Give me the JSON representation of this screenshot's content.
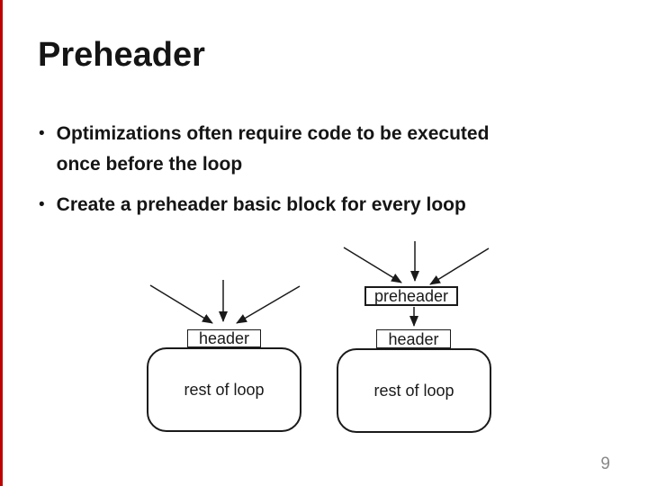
{
  "slide": {
    "title": "Preheader",
    "bullets": [
      "Optimizations often require code to be executed once before the loop",
      "Create a preheader basic block for every loop"
    ],
    "bullet_marker": "•",
    "page_number": "9"
  },
  "diagram": {
    "before": {
      "header_label": "header",
      "body_label": "rest of loop"
    },
    "after": {
      "preheader_label": "preheader",
      "header_label": "header",
      "body_label": "rest of loop"
    }
  },
  "colors": {
    "accent_bar": "#c00000",
    "text": "#151515",
    "diagram_stroke": "#1a1a1a",
    "page_number": "#8a8a8a"
  }
}
